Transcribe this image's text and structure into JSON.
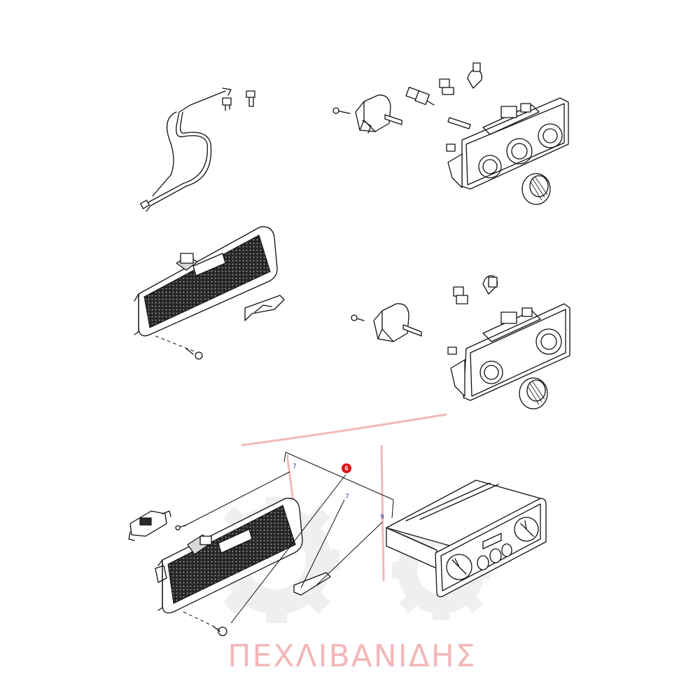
{
  "callouts": {
    "top_left_7": "7",
    "selected_6": "6",
    "mid_7": "7",
    "right_9": "9"
  },
  "watermark": {
    "text": "ΠΕΧΛΙΒΑΝΙΔΗΣ",
    "color": "#f2b8b8"
  },
  "colors": {
    "highlight_callout": "#dd1111",
    "callout_text": "#1b1ba8",
    "line": "#111111"
  }
}
